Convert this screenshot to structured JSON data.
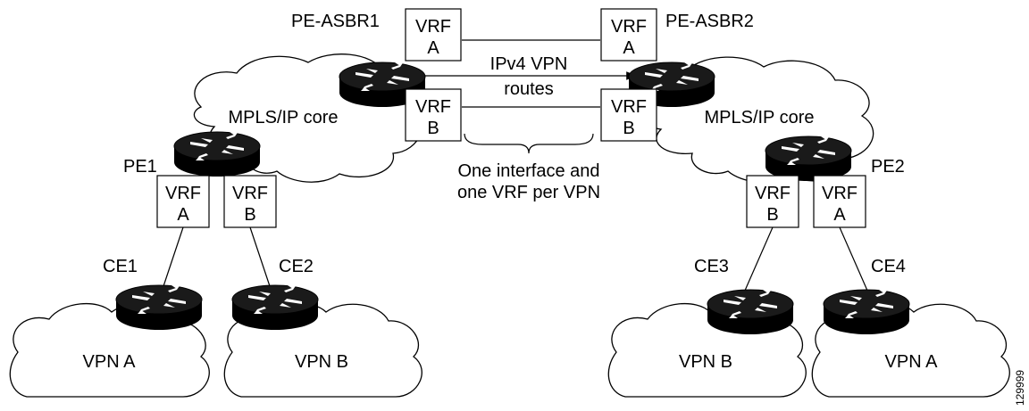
{
  "clouds": {
    "core_left": "MPLS/IP core",
    "core_right": "MPLS/IP core",
    "vpn_a_left": "VPN A",
    "vpn_b_left": "VPN B",
    "vpn_b_right": "VPN B",
    "vpn_a_right": "VPN A"
  },
  "routers": {
    "pe_asbr1": "PE-ASBR1",
    "pe_asbr2": "PE-ASBR2",
    "pe1": "PE1",
    "pe2": "PE2",
    "ce1": "CE1",
    "ce2": "CE2",
    "ce3": "CE3",
    "ce4": "CE4"
  },
  "vrf": {
    "word": "VRF",
    "a": "A",
    "b": "B"
  },
  "center": {
    "routes_line1": "IPv4 VPN",
    "routes_line2": "routes",
    "note_line1": "One interface and",
    "note_line2": "one VRF per VPN"
  },
  "figure_id": "129999"
}
